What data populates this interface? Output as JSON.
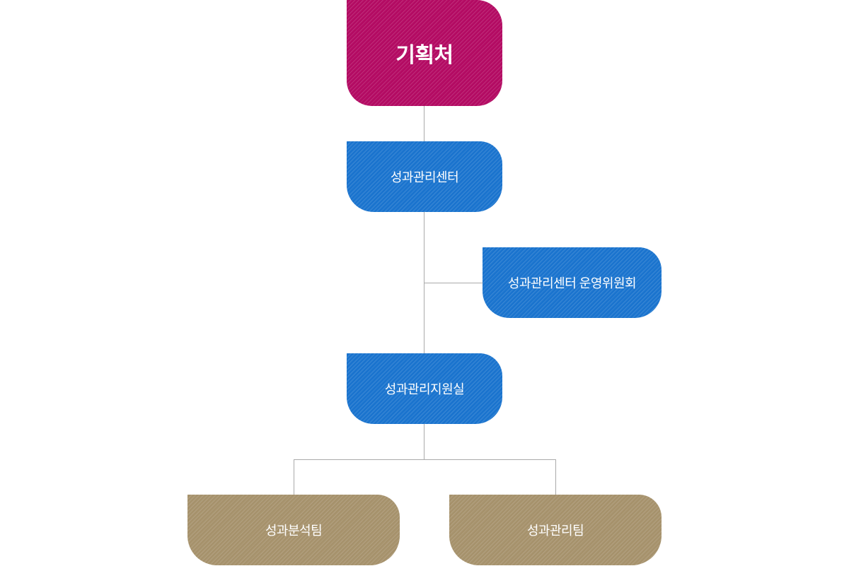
{
  "org_chart": {
    "nodes": {
      "planning": {
        "label": "기획처",
        "level": "top"
      },
      "center": {
        "label": "성과관리센터",
        "level": "middle"
      },
      "committee": {
        "label": "성과관리센터 운영위원회",
        "level": "middle-side"
      },
      "support": {
        "label": "성과관리지원실",
        "level": "middle"
      },
      "analysis_team": {
        "label": "성과분석팀",
        "level": "bottom"
      },
      "management_team": {
        "label": "성과관리팀",
        "level": "bottom"
      }
    },
    "edges": [
      {
        "from": "planning",
        "to": "center"
      },
      {
        "from": "center",
        "to": "support"
      },
      {
        "from": "center",
        "to": "committee",
        "style": "side-branch"
      },
      {
        "from": "support",
        "to": "analysis_team"
      },
      {
        "from": "support",
        "to": "management_team"
      }
    ],
    "colors": {
      "planning": "#b30b63",
      "center": "#1b74ce",
      "committee": "#1b74ce",
      "support": "#1b74ce",
      "analysis_team": "#a6926c",
      "management_team": "#a6926c",
      "connector": "#aaaaaa",
      "label_text": "#ffffff",
      "background": "#ffffff"
    }
  }
}
